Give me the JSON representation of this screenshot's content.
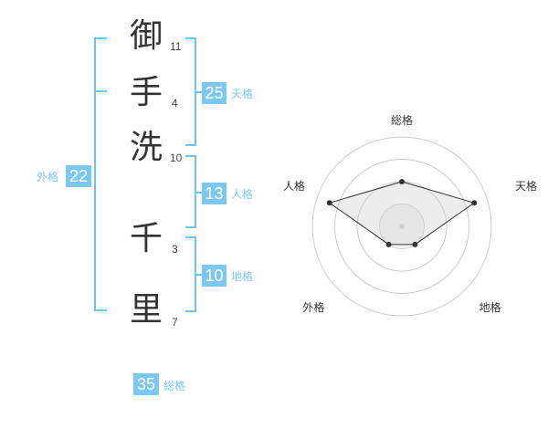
{
  "name": {
    "characters": [
      {
        "char": "御",
        "strokes": "11"
      },
      {
        "char": "手",
        "strokes": "4"
      },
      {
        "char": "洗",
        "strokes": "10"
      },
      {
        "char": "千",
        "strokes": "3"
      },
      {
        "char": "里",
        "strokes": "7"
      }
    ]
  },
  "fortunes": {
    "tenkaku": {
      "value": "25",
      "label": "天格"
    },
    "jinkaku": {
      "value": "13",
      "label": "人格"
    },
    "chikaku": {
      "value": "10",
      "label": "地格"
    },
    "gaikaku": {
      "value": "22",
      "label": "外格"
    },
    "soukaku": {
      "value": "35",
      "label": "総格"
    }
  },
  "colors": {
    "accent": "#7cc8f0",
    "bracket": "#6ec3f2",
    "text": "#333333"
  },
  "radar": {
    "axes": [
      "総格",
      "天格",
      "地格",
      "外格",
      "人格"
    ],
    "values": [
      0.5,
      0.85,
      0.25,
      0.25,
      0.85
    ],
    "max": 1,
    "rings": 4
  }
}
